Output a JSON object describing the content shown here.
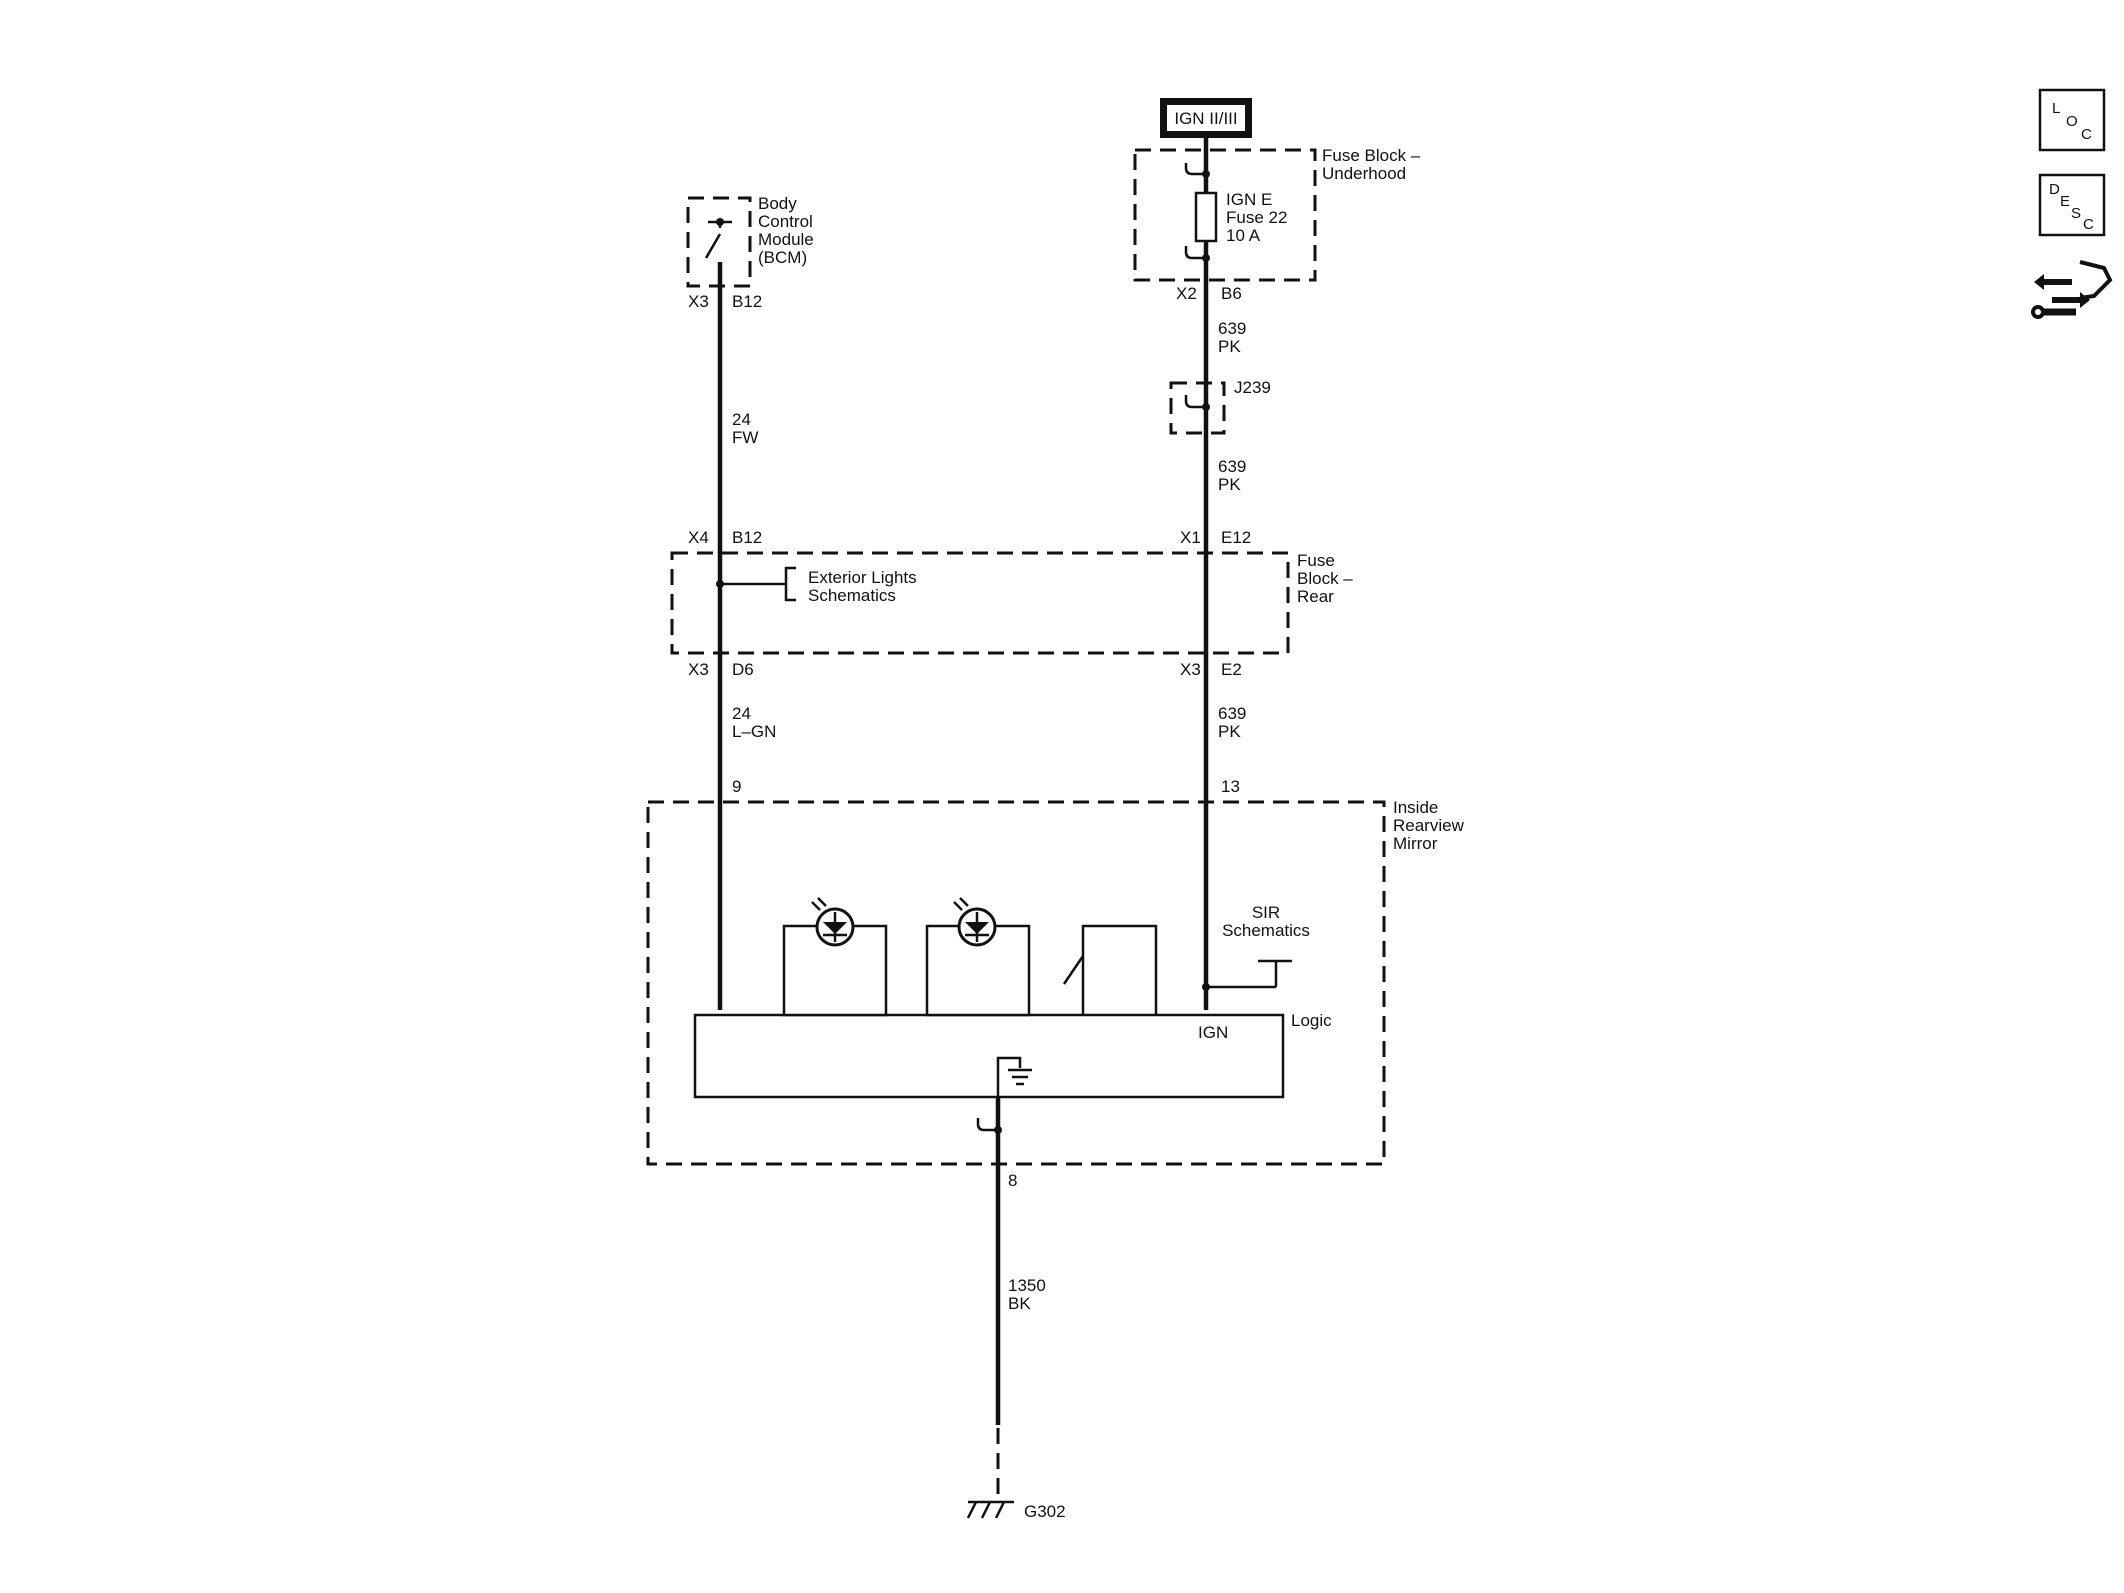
{
  "ignition": {
    "label": "IGN II/III"
  },
  "fuse_block_underhood": {
    "title_line1": "Fuse Block –",
    "title_line2": "Underhood",
    "fuse_line1": "IGN E",
    "fuse_line2": "Fuse 22",
    "fuse_line3": "10 A",
    "connector": "X2",
    "pin": "B6"
  },
  "bcm": {
    "line1": "Body",
    "line2": "Control",
    "line3": "Module",
    "line4": "(BCM)",
    "connector": "X3",
    "pin": "B12"
  },
  "wire_24_fw": {
    "circuit": "24",
    "color": "FW"
  },
  "wire_639_pk_upper": {
    "circuit": "639",
    "color": "PK"
  },
  "splice": {
    "label": "J239"
  },
  "wire_639_pk_middle": {
    "circuit": "639",
    "color": "PK"
  },
  "fuse_block_rear": {
    "title_line1": "Fuse",
    "title_line2": "Block –",
    "title_line3": "Rear",
    "left_top_connector": "X4",
    "left_top_pin": "B12",
    "right_top_connector": "X1",
    "right_top_pin": "E12",
    "left_bottom_connector": "X3",
    "left_bottom_pin": "D6",
    "right_bottom_connector": "X3",
    "right_bottom_pin": "E2",
    "ref_line1": "Exterior Lights",
    "ref_line2": "Schematics"
  },
  "wire_24_lgn": {
    "circuit": "24",
    "color": "L–GN"
  },
  "wire_639_pk_lower": {
    "circuit": "639",
    "color": "PK"
  },
  "mirror": {
    "title_line1": "Inside",
    "title_line2": "Rearview",
    "title_line3": "Mirror",
    "pin_left": "9",
    "pin_right": "13",
    "pin_ground": "8",
    "logic_label": "Logic",
    "ign_label": "IGN",
    "sir_line1": "SIR",
    "sir_line2": "Schematics"
  },
  "wire_1350_bk": {
    "circuit": "1350",
    "color": "BK"
  },
  "ground": {
    "label": "G302"
  },
  "side_icons": {
    "loc": {
      "big": "L",
      "mid": "O",
      "small": "C",
      "icon": "location-icon"
    },
    "desc": {
      "big": "D",
      "mid": "E",
      "small": "S",
      "tail": "C",
      "icon": "description-icon"
    },
    "connector": {
      "icon": "connector-wrench-icon"
    }
  },
  "colors": {
    "ink": "#111111",
    "paper": "#ffffff"
  }
}
